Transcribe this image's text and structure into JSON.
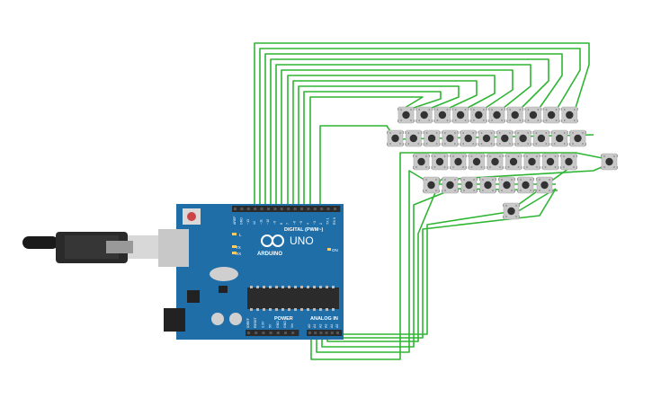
{
  "board": {
    "brand": "ARDUINO",
    "model": "UNO",
    "digital_label": "DIGITAL (PWM~)",
    "power_label": "POWER",
    "analog_label": "ANALOG IN",
    "on_label": "ON",
    "l_label": "L",
    "tx_label": "TX",
    "rx_label": "RX",
    "digital_pins": [
      "AREF",
      "GND",
      "~13",
      "12",
      "~11",
      "~10",
      "~9",
      "8",
      "7",
      "~6",
      "~5",
      "4",
      "~3",
      "2",
      "TX 1",
      "RX 0"
    ],
    "power_pins": [
      "IOREF",
      "RESET",
      "3.3V",
      "5V",
      "GND",
      "GND",
      "Vin"
    ],
    "analog_pins": [
      "A0",
      "A1",
      "A2",
      "A3",
      "A4",
      "A5"
    ]
  },
  "colors": {
    "board": "#1f6ea8",
    "board_dark": "#185a8c",
    "wire": "#2fb534",
    "button_body": "#c9c9c9",
    "button_cap": "#333333",
    "header": "#2b2b2b"
  },
  "buttons": {
    "rows": [
      {
        "count": 10
      },
      {
        "count": 11
      },
      {
        "count": 9
      },
      {
        "count": 7
      },
      {
        "count": 1
      },
      {
        "count": 1
      }
    ]
  }
}
